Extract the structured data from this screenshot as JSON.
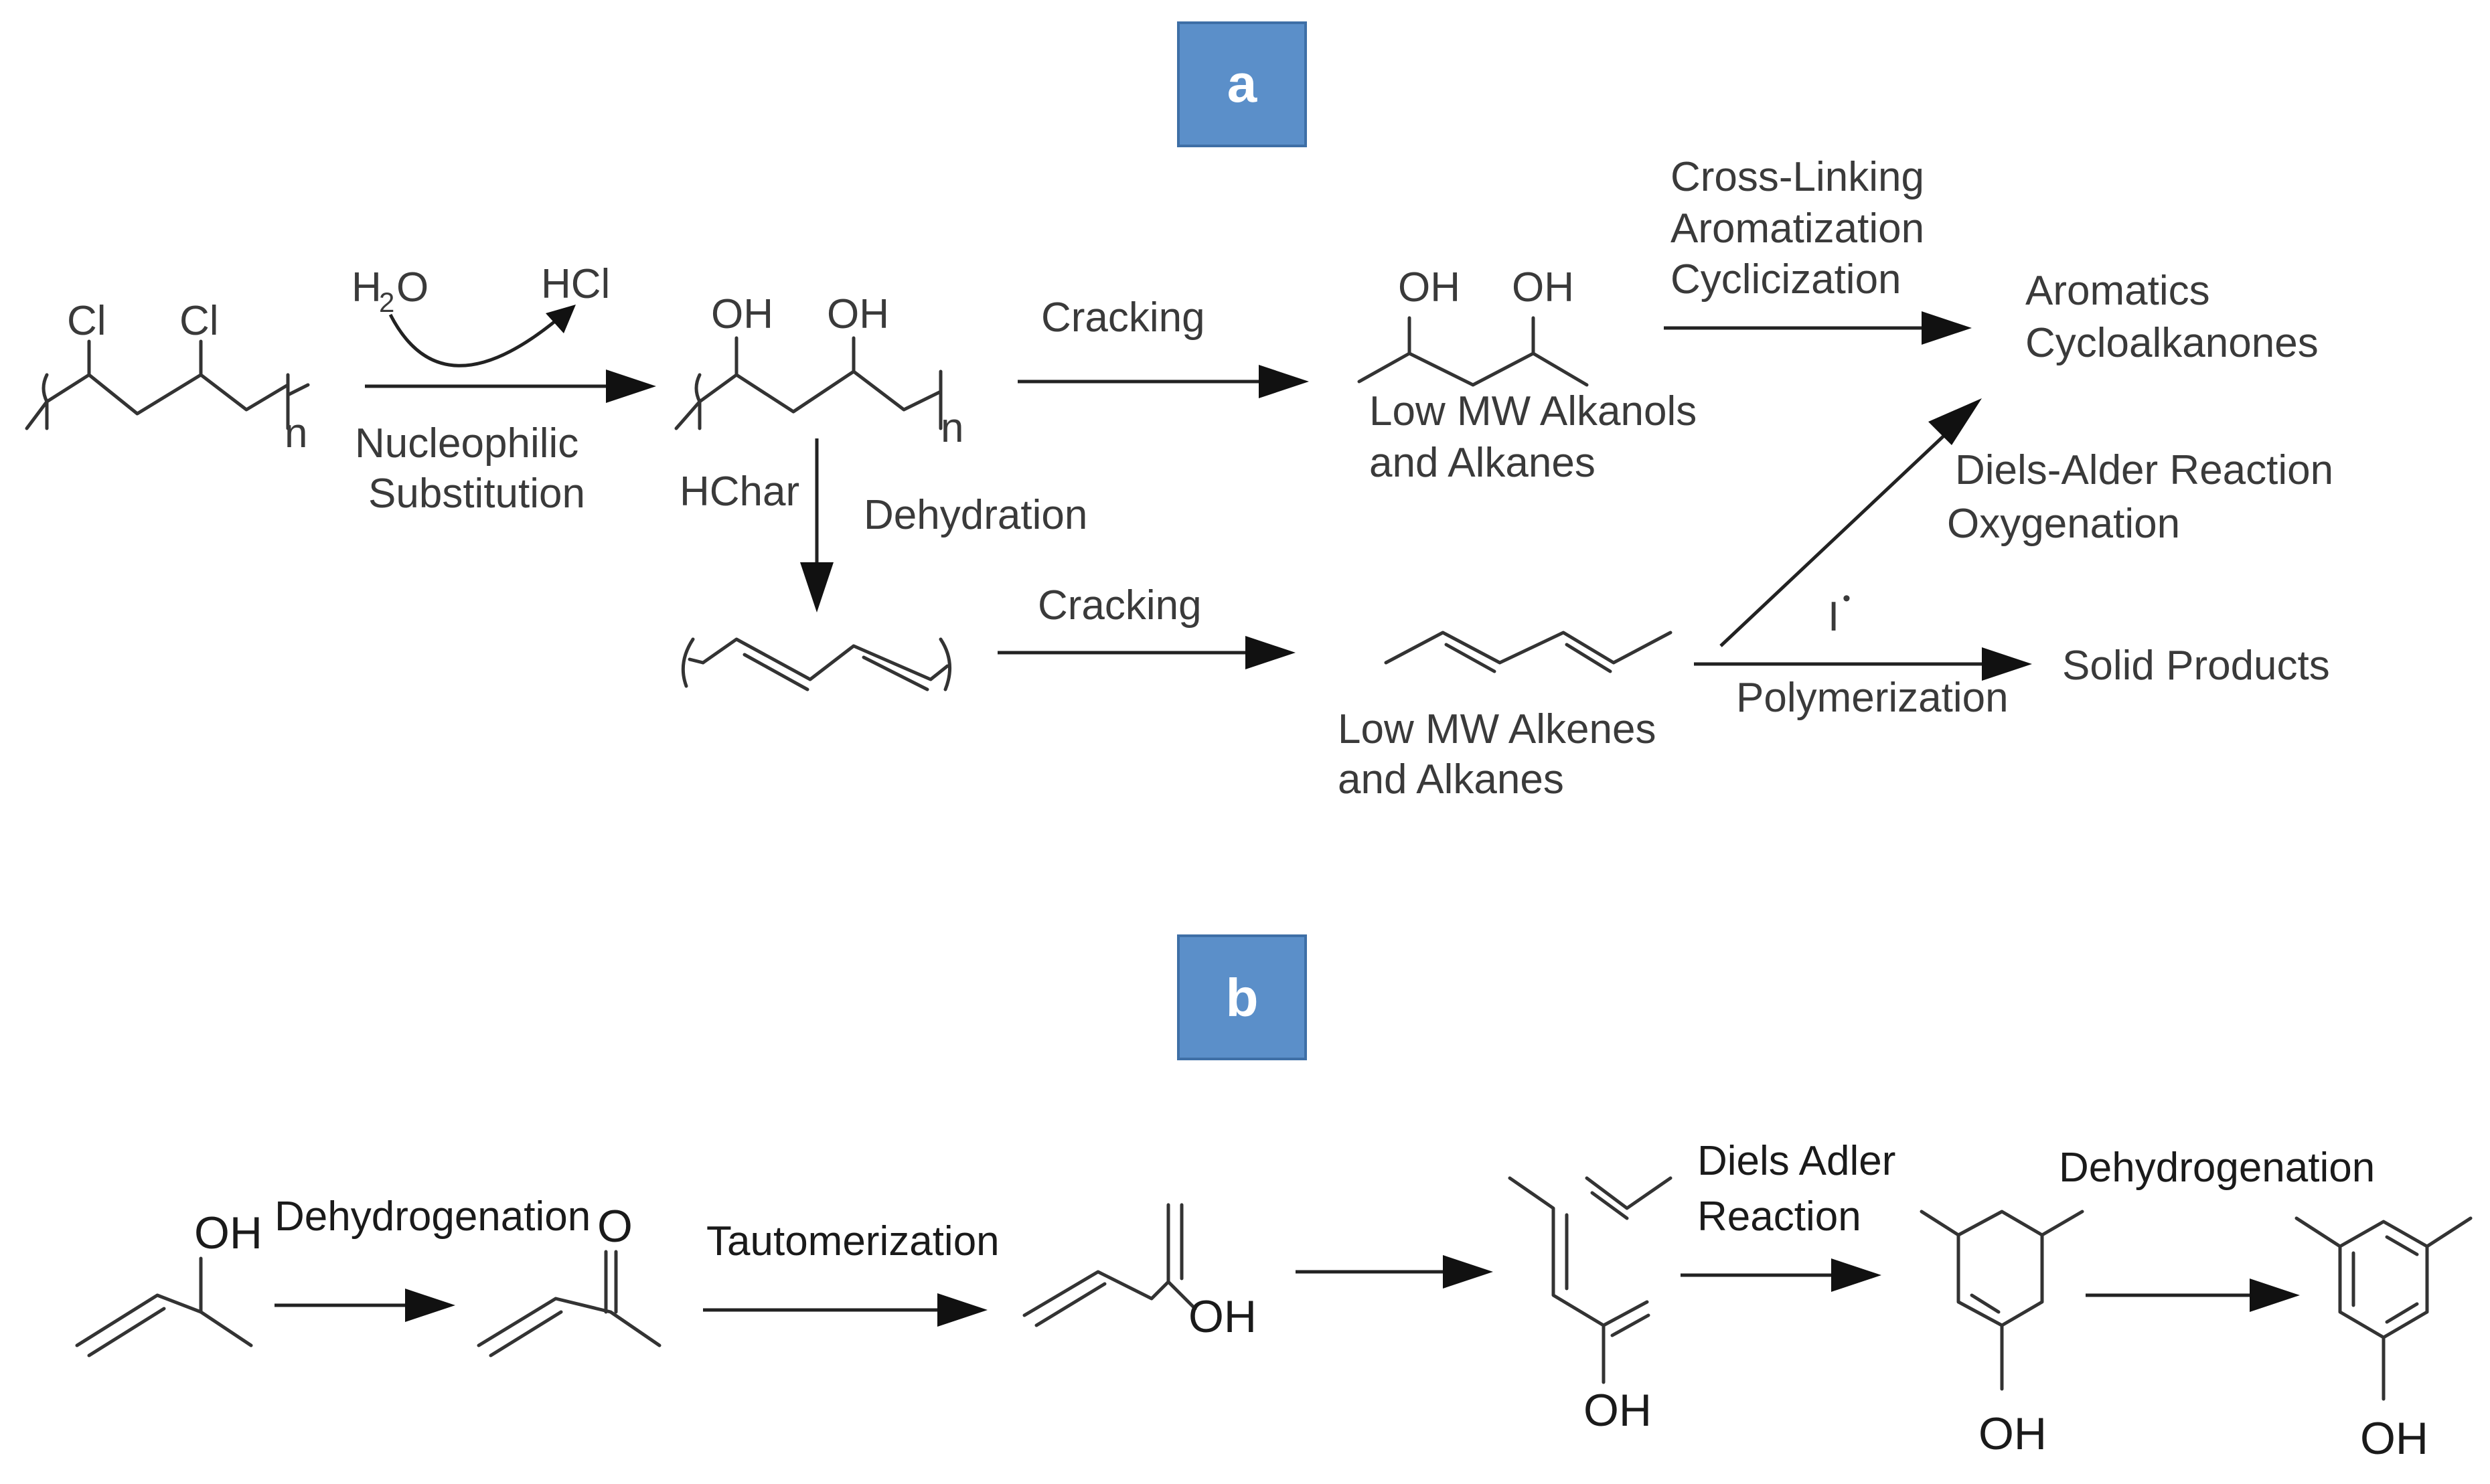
{
  "panels": {
    "a": {
      "label": "a",
      "color": "#5b8fc9"
    },
    "b": {
      "label": "b",
      "color": "#5b8fc9"
    }
  },
  "scheme_a": {
    "pvc_substituent_1": "Cl",
    "pvc_substituent_2": "Cl",
    "pvc_subscript": "n",
    "water": "H",
    "water_sub": "2",
    "water_o": "O",
    "hcl": "HCl",
    "step1_line1": "Nucleophilic",
    "step1_line2": "Substitution",
    "pva_substituent_1": "OH",
    "pva_substituent_2": "OH",
    "pva_subscript": "n",
    "hchar": "HChar",
    "dehydration": "Dehydration",
    "cracking_upper": "Cracking",
    "cracking_lower": "Cracking",
    "alkanol_oh_1": "OH",
    "alkanol_oh_2": "OH",
    "alkanols_line1": "Low MW Alkanols",
    "alkanols_line2": "and Alkanes",
    "crosslink_line1": "Cross-Linking",
    "crosslink_line2": "Aromatization",
    "crosslink_line3": "Cyclicization",
    "aromatics_line1": "Aromatics",
    "aromatics_line2": "Cycloalkanones",
    "diels_line1": "Diels-Alder Reaction",
    "diels_line2": "Oxygenation",
    "alkenes_line1": "Low MW Alkenes",
    "alkenes_line2": "and Alkanes",
    "initiator": "I",
    "initiator_dot": "•",
    "polymerization": "Polymerization",
    "solid_products": "Solid Products"
  },
  "scheme_b": {
    "oh_1": "OH",
    "dehydrogenation_1": "Dehydrogenation",
    "ketone_o": "O",
    "tautomerization": "Tautomerization",
    "oh_2": "OH",
    "diels_line1": "Diels Adler",
    "diels_line2": "Reaction",
    "oh_3": "OH",
    "dehydrogenation_2": "Dehydrogenation",
    "oh_4": "OH",
    "oh_5": "OH"
  }
}
